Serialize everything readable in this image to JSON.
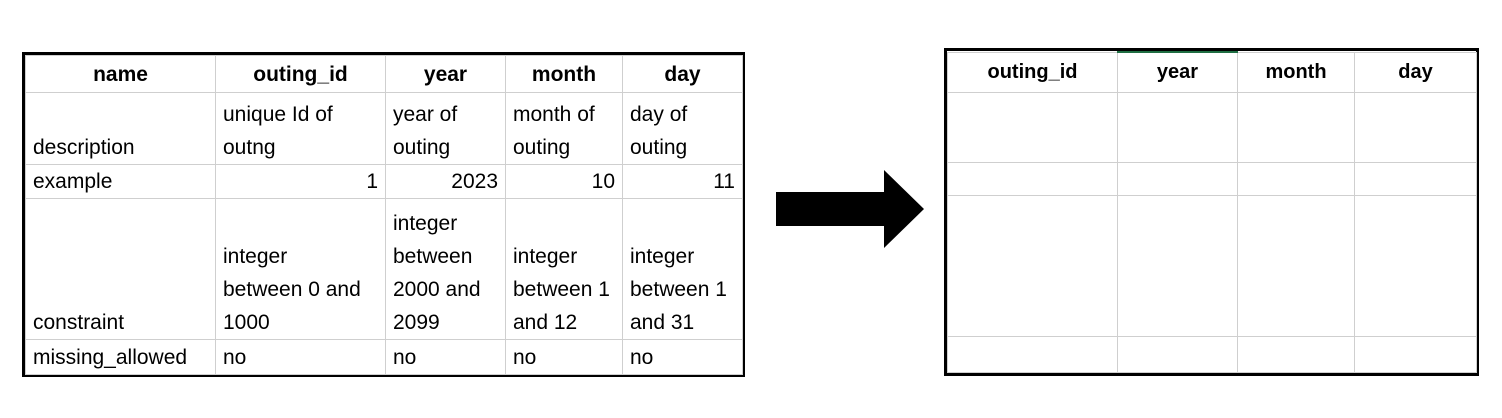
{
  "left_table": {
    "columns": [
      "name",
      "outing_id",
      "year",
      "month",
      "day"
    ],
    "rows": [
      [
        "description",
        "unique Id of\noutng",
        "year of\nouting",
        "month of\nouting",
        "day of\nouting"
      ],
      [
        "example",
        "1",
        "2023",
        "10",
        "11"
      ],
      [
        "constraint",
        "integer\nbetween 0 and\n1000",
        "integer\nbetween\n2000 and\n2099",
        "integer\nbetween 1\nand 12",
        "integer\nbetween 1\nand 31"
      ],
      [
        "missing_allowed",
        "no",
        "no",
        "no",
        "no"
      ]
    ]
  },
  "right_table": {
    "columns": [
      "outing_id",
      "year",
      "month",
      "day"
    ]
  },
  "arrow": {
    "color": "#000000"
  }
}
